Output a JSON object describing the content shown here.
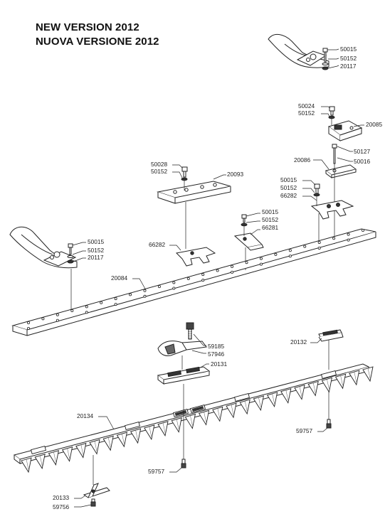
{
  "header": {
    "title_en": "NEW VERSION 2012",
    "title_it": "NUOVA VERSIONE 2012"
  },
  "labels": {
    "tr_50015": "50015",
    "tr_50152": "50152",
    "tr_20117": "20117",
    "r_50024": "50024",
    "r_50152": "50152",
    "r_20085": "20085",
    "r_50127": "50127",
    "r_50016": "50016",
    "r_20086": "20086",
    "rp_50015": "50015",
    "rp_50152": "50152",
    "rp_66282": "66282",
    "m_50028": "50028",
    "m_50152": "50152",
    "m_20093": "20093",
    "c_50015": "50015",
    "c_50152": "50152",
    "c_66281": "66281",
    "l_50015": "50015",
    "l_50152": "50152",
    "l_20117": "20117",
    "m_66282": "66282",
    "bar_20084": "20084",
    "k_59185": "59185",
    "k_57946": "57946",
    "k_20131": "20131",
    "s_20132": "20132",
    "s_59757": "59757",
    "blade_20134": "20134",
    "b_59757": "59757",
    "b_20133": "20133",
    "b_59756": "59756"
  },
  "colors": {
    "ink": "#222222",
    "paper": "#ffffff",
    "shade": "#555555"
  }
}
